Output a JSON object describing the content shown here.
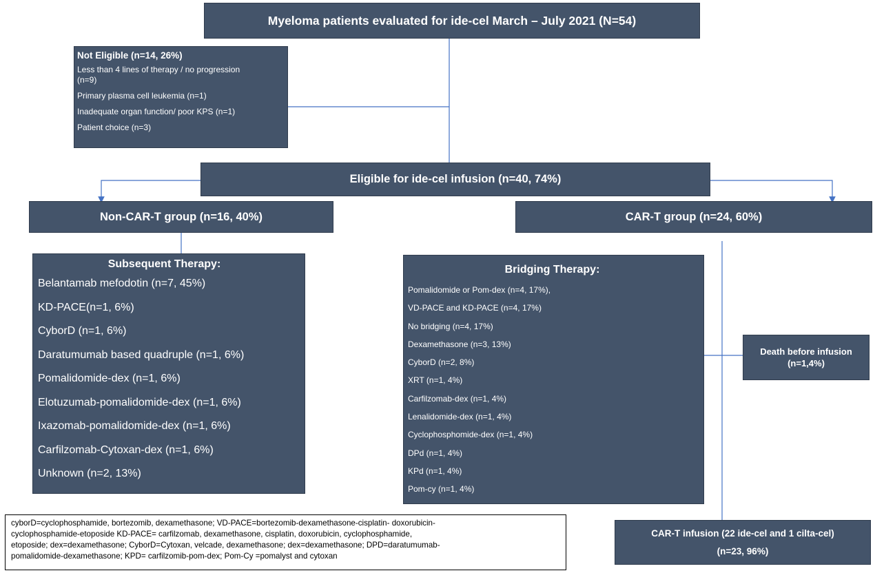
{
  "colors": {
    "box_fill": "#44546a",
    "box_text": "#ffffff",
    "connector": "#4472c4"
  },
  "top": {
    "title": "Myeloma patients evaluated for ide-cel March – July 2021 (N=54)"
  },
  "not_eligible": {
    "title": "Not Eligible (n=14, 26%)",
    "items": [
      "Less than 4 lines of therapy  / no progression",
      "(n=9)",
      "Primary plasma cell leukemia (n=1)",
      "Inadequate organ function/ poor KPS (n=1)",
      "Patient choice (n=3)"
    ]
  },
  "eligible": {
    "title": "Eligible for ide-cel infusion (n=40, 74%)"
  },
  "non_cart": {
    "title": "Non-CAR-T group (n=16, 40%)"
  },
  "cart": {
    "title": "CAR-T group (n=24, 60%)"
  },
  "subsequent": {
    "title": "Subsequent Therapy:",
    "items": [
      "Belantamab mefodotin (n=7, 45%)",
      "KD-PACE(n=1, 6%)",
      "CyborD (n=1, 6%)",
      "Daratumumab based quadruple (n=1, 6%)",
      "Pomalidomide-dex (n=1, 6%)",
      "Elotuzumab-pomalidomide-dex (n=1, 6%)",
      "Ixazomab-pomalidomide-dex (n=1, 6%)",
      "Carfilzomab-Cytoxan-dex (n=1, 6%)",
      "Unknown (n=2, 13%)"
    ]
  },
  "bridging": {
    "title": "Bridging Therapy:",
    "items": [
      "Pomalidomide   or Pom-dex (n=4, 17%),",
      "VD-PACE and KD-PACE (n=4, 17%)",
      "No bridging (n=4, 17%)",
      "Dexamethasone (n=3, 13%)",
      "CyborD (n=2, 8%)",
      "XRT (n=1, 4%)",
      "Carfilzomab-dex (n=1, 4%)",
      "Lenalidomide-dex (n=1, 4%)",
      "Cyclophosphomide-dex   (n=1, 4%)",
      "DPd (n=1, 4%)",
      "KPd (n=1, 4%)",
      "Pom-cy  (n=1, 4%)"
    ]
  },
  "death": {
    "line1": "Death before infusion",
    "line2": "(n=1,4%)"
  },
  "infusion": {
    "line1": "CAR-T infusion (22 ide-cel and 1 cilta-cel)",
    "line2": "(n=23, 96%)"
  },
  "abbreviations": {
    "lines": [
      "cyborD=cyclophosphamide, bortezomib, dexamethasone; VD-PACE=bortezomib-dexamethasone-cisplatin- doxorubicin-",
      "cyclophosphamide-etoposide KD-PACE= carfilzomab, dexamethasone, cisplatin, doxorubicin, cyclophosphamide,",
      "etoposide; dex=dexamethasone; CyborD=Cytoxan, velcade, dexamethasone; dex=dexamethasone; DPD=daratumumab-",
      "pomalidomide-dexamethasone; KPD= carfilzomib-pom-dex; Pom-Cy =pomalyst and cytoxan"
    ]
  }
}
